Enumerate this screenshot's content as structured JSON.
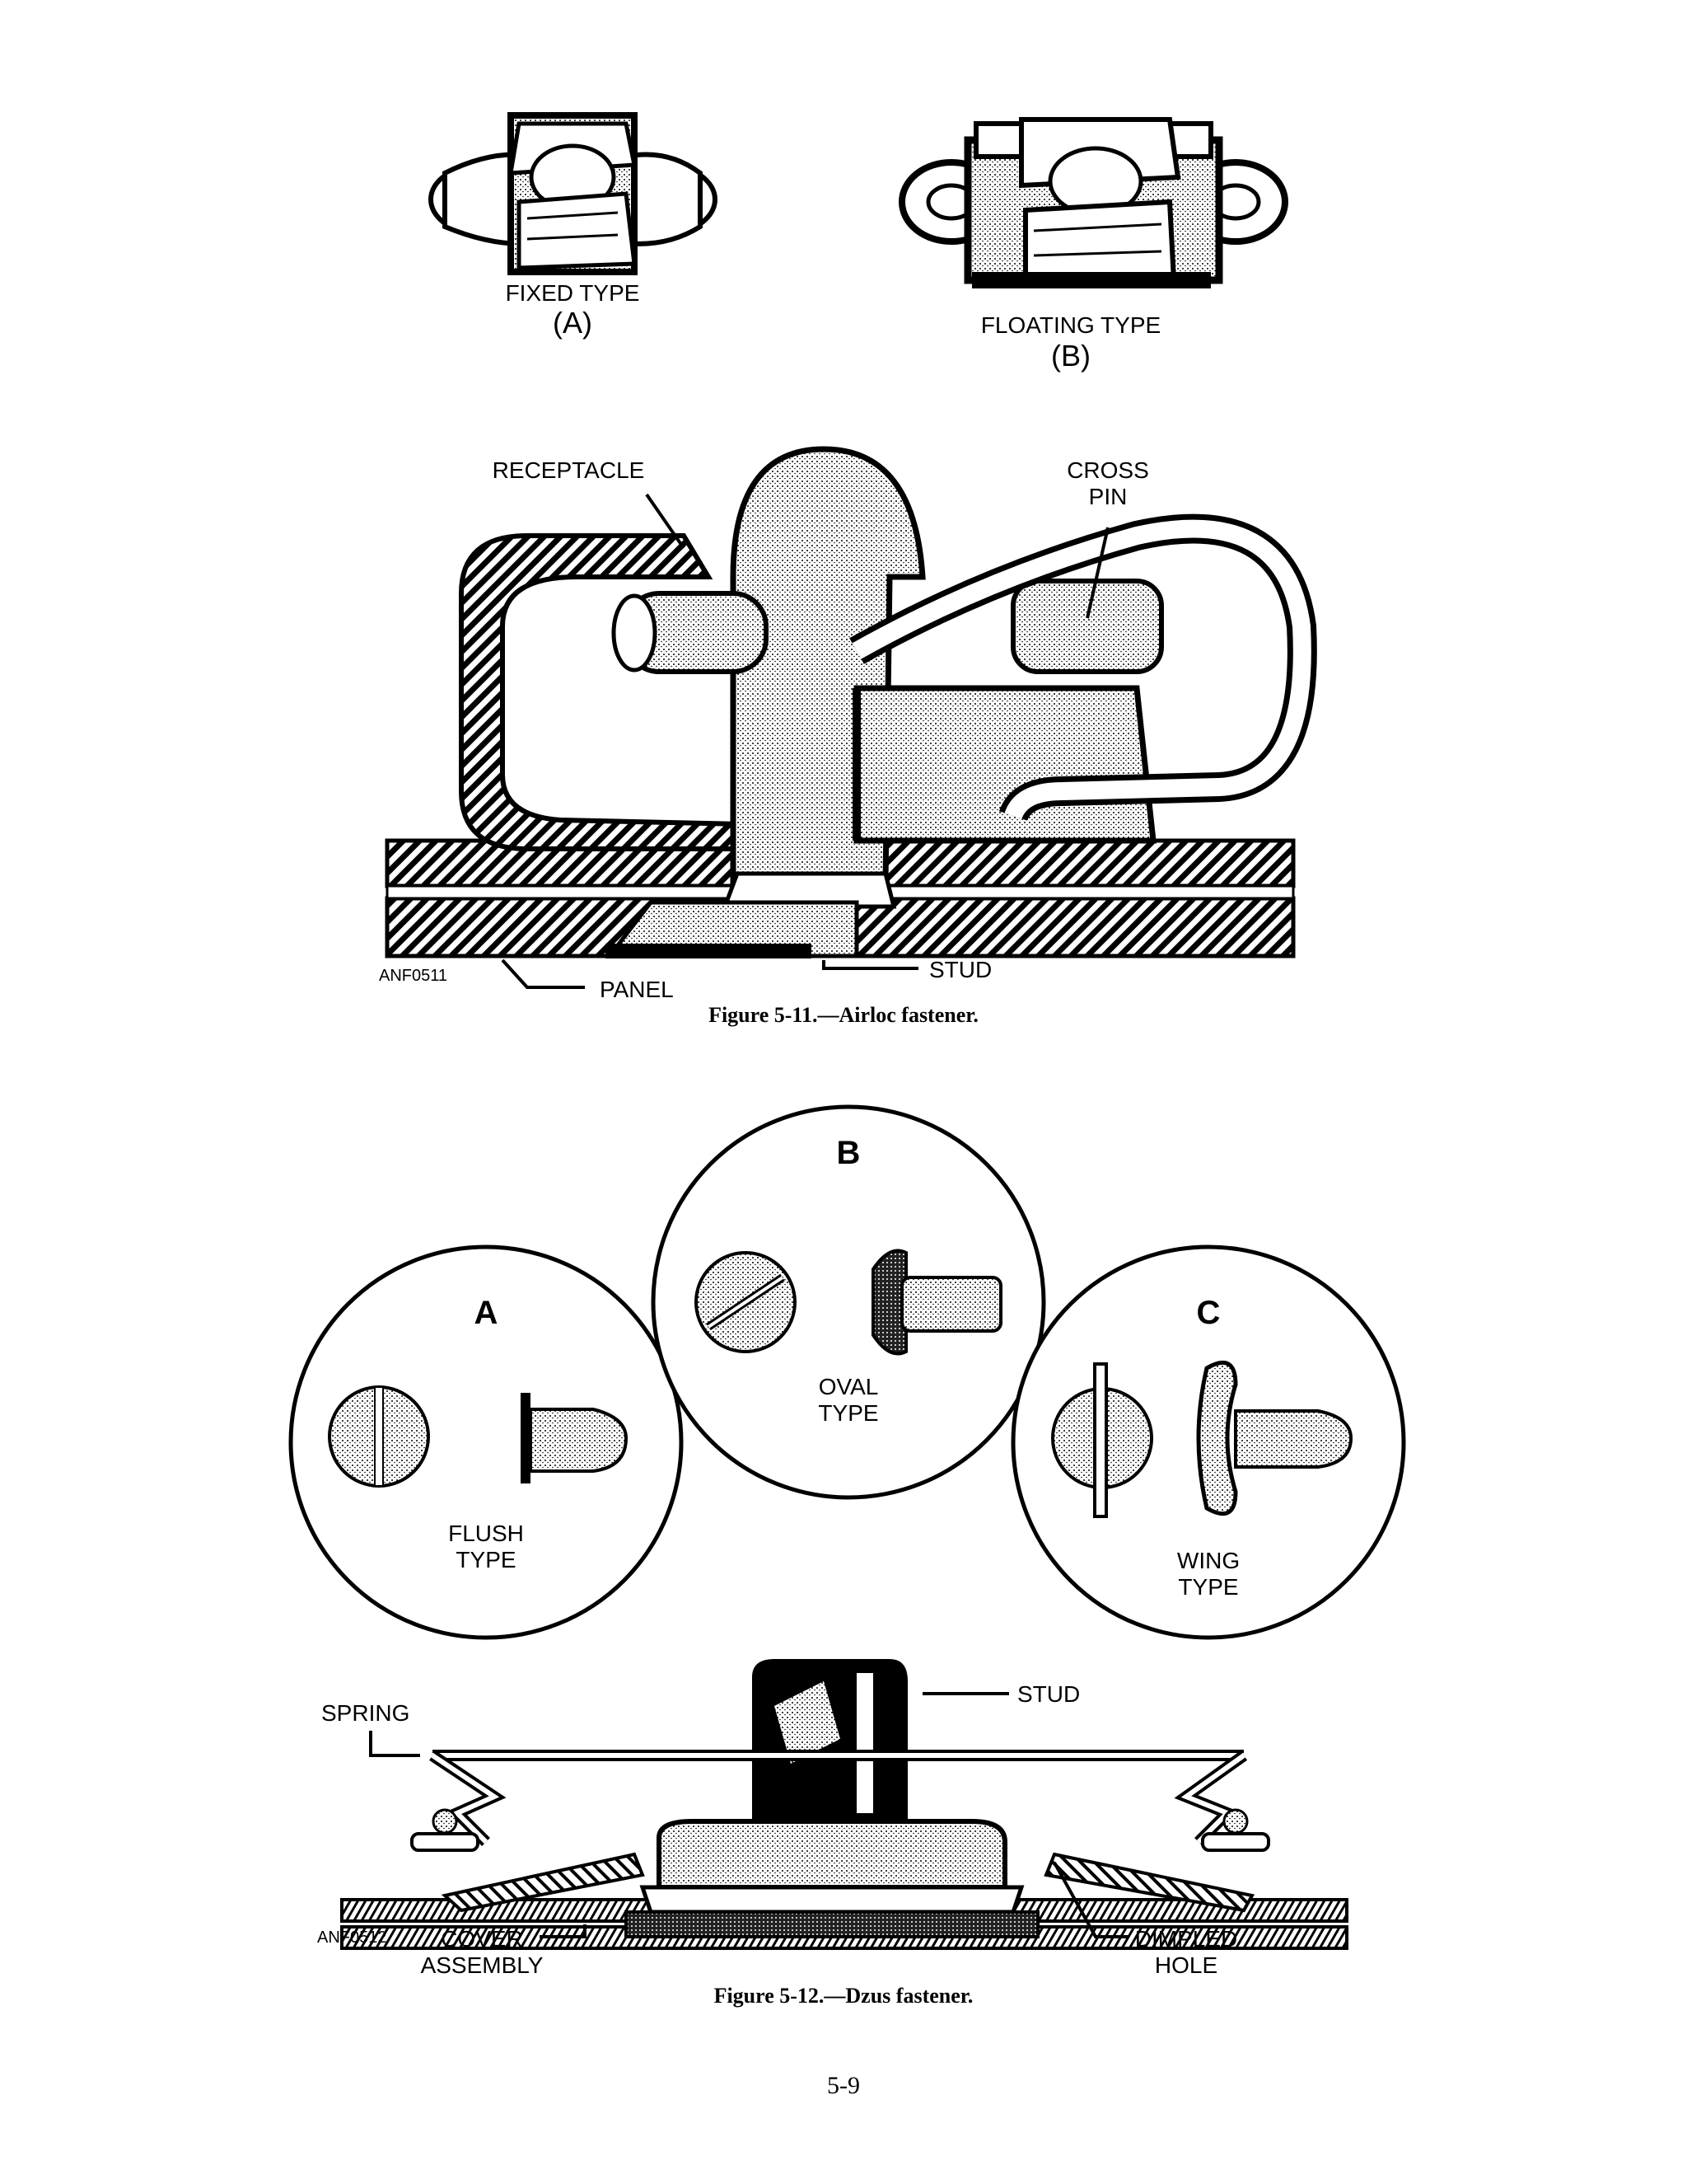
{
  "figure_511": {
    "fixed_type": "FIXED TYPE",
    "fixed_letter": "(A)",
    "floating_type": "FLOATING TYPE",
    "floating_letter": "(B)",
    "receptacle": "RECEPTACLE",
    "cross_pin_1": "CROSS",
    "cross_pin_2": "PIN",
    "code": "ANF0511",
    "panel": "PANEL",
    "stud": "STUD",
    "caption": "Figure 5-11.—Airloc fastener."
  },
  "figure_512": {
    "circle_a": "A",
    "circle_b": "B",
    "circle_c": "C",
    "flush_1": "FLUSH",
    "flush_2": "TYPE",
    "oval_1": "OVAL",
    "oval_2": "TYPE",
    "wing_1": "WING",
    "wing_2": "TYPE",
    "spring": "SPRING",
    "stud": "STUD",
    "code": "ANF0512",
    "cover_1": "COVER",
    "cover_2": "ASSEMBLY",
    "dimpled_1": "DIMPLED",
    "dimpled_2": "HOLE",
    "caption": "Figure 5-12.—Dzus fastener."
  },
  "page_number": "5-9"
}
